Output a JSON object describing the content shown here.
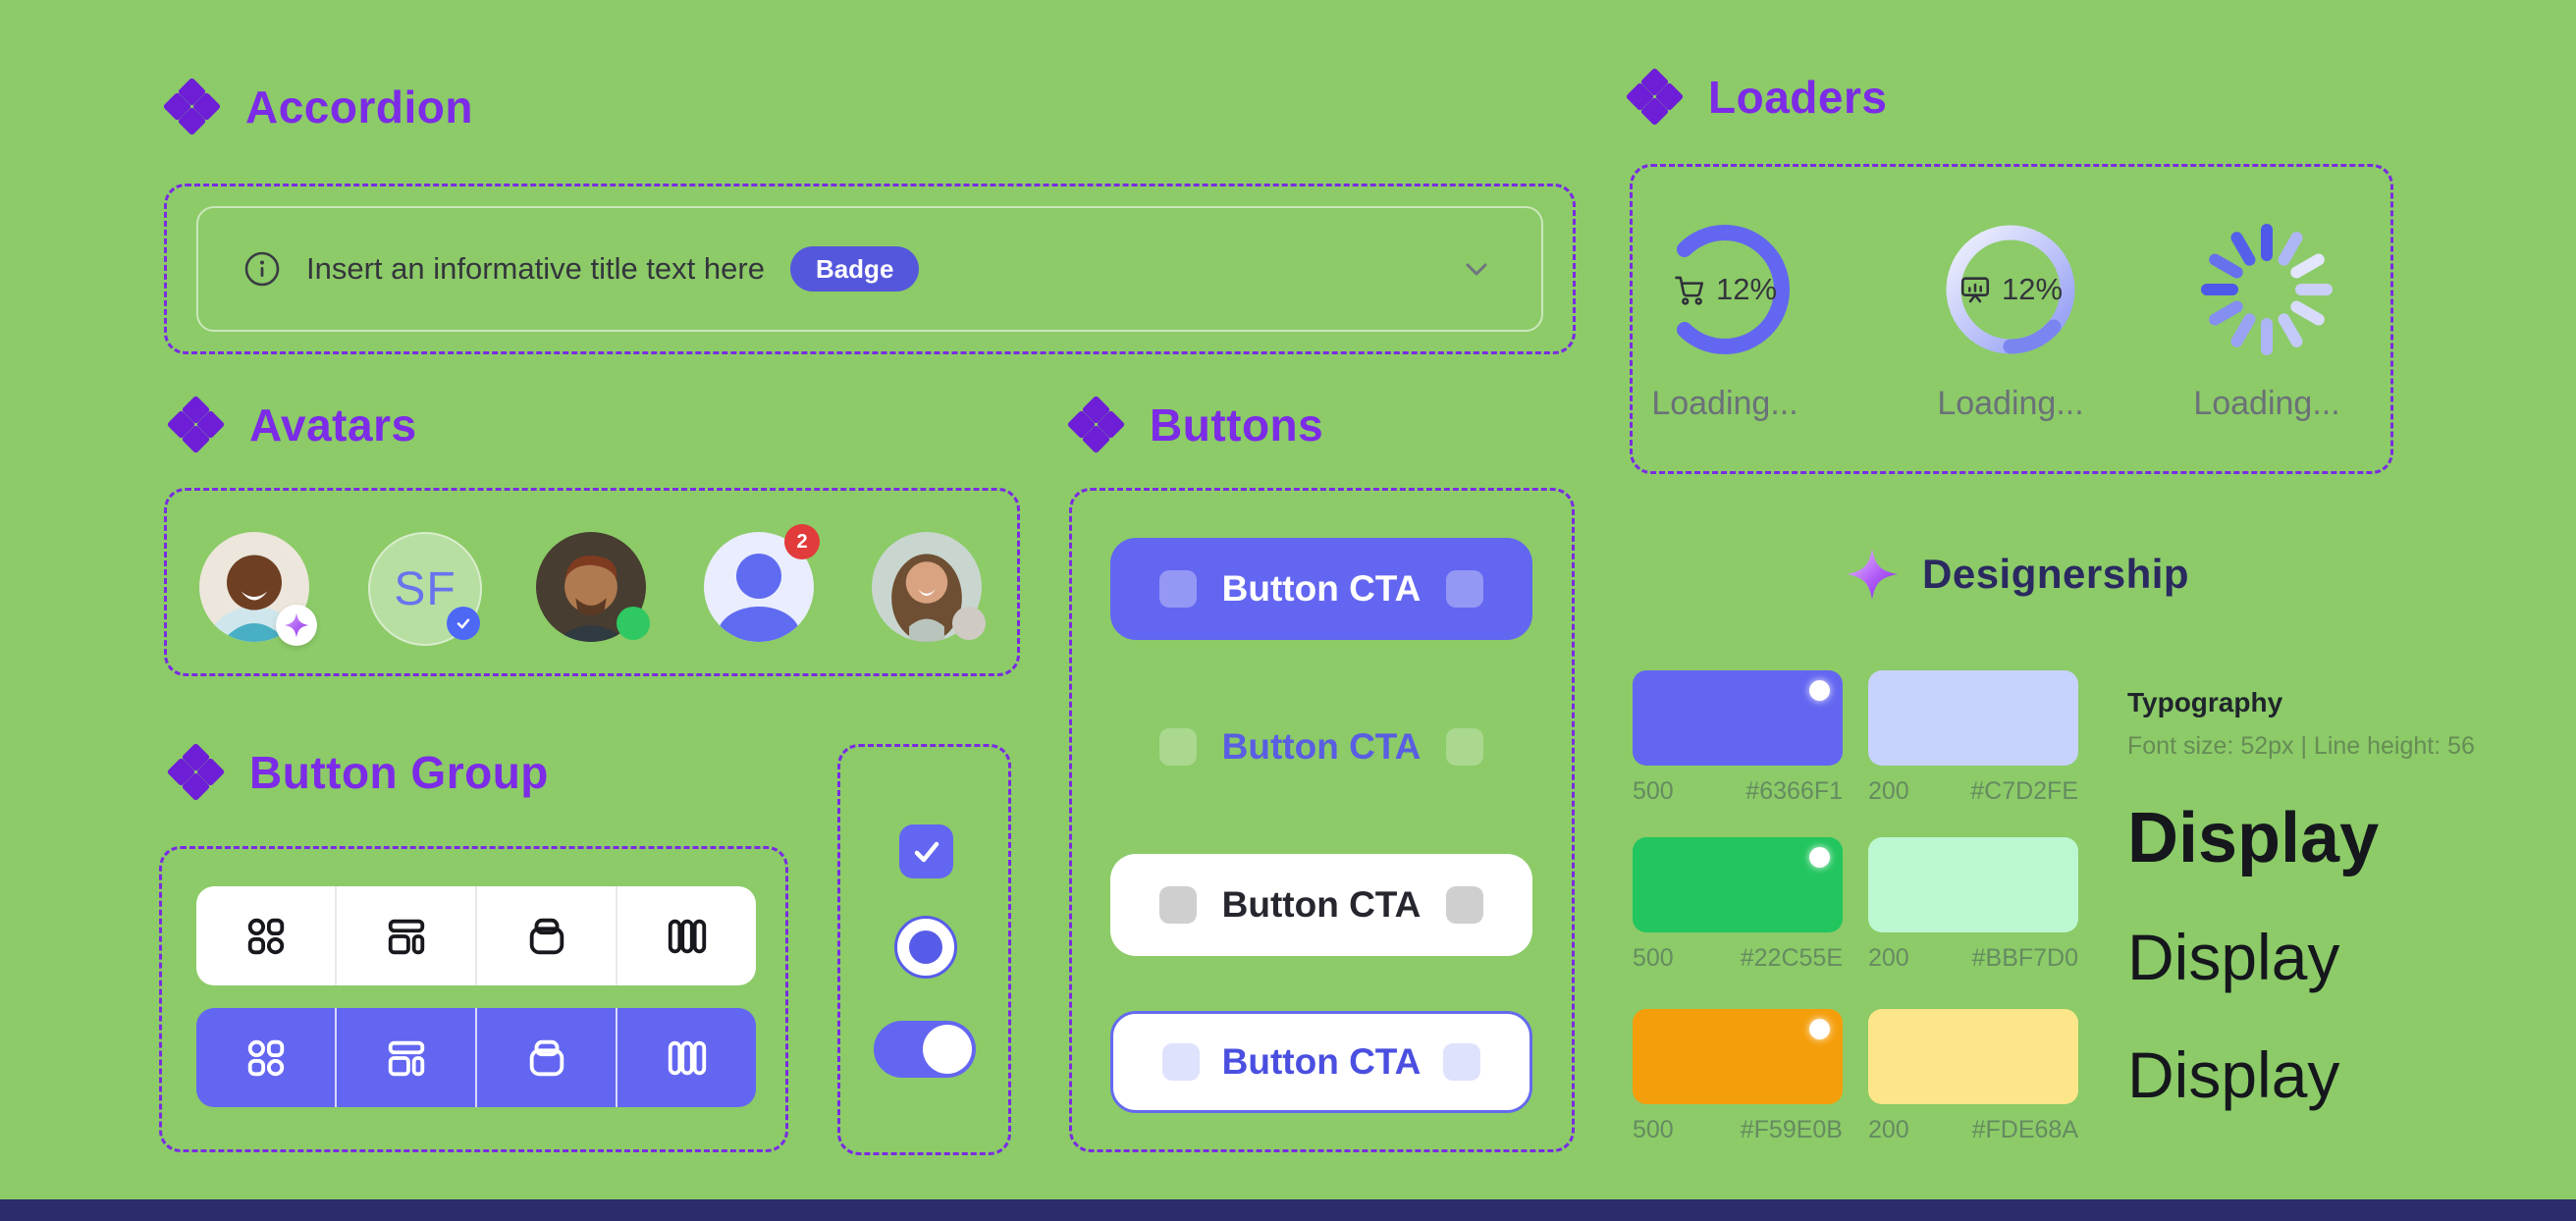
{
  "theme": {
    "background": "#8CCB68",
    "primary": "#6366F1",
    "section_title_color": "#7C2BE6",
    "dashed_border_color": "#7A2BE2",
    "bottom_bar_color": "#2A2D69"
  },
  "accordion": {
    "title": "Accordion",
    "row_text": "Insert an informative title text here",
    "badge": "Badge"
  },
  "avatars": {
    "title": "Avatars",
    "initials": "SF",
    "notification_count": "2"
  },
  "button_group": {
    "title": "Button Group"
  },
  "buttons": {
    "title": "Buttons",
    "items": [
      {
        "label": "Button CTA",
        "variant": "primary"
      },
      {
        "label": "Button CTA",
        "variant": "ghost"
      },
      {
        "label": "Button CTA",
        "variant": "white"
      },
      {
        "label": "Button CTA",
        "variant": "outline"
      }
    ]
  },
  "loaders": {
    "title": "Loaders",
    "items": [
      {
        "percent": "12%",
        "label": "Loading...",
        "icon": "shopping-cart"
      },
      {
        "percent": "12%",
        "label": "Loading...",
        "icon": "presentation-chart"
      },
      {
        "label": "Loading...",
        "icon": "spinner"
      }
    ]
  },
  "brand": {
    "name": "Designership"
  },
  "colors": {
    "rows": [
      {
        "left": {
          "weight": "500",
          "hex": "#6366F1"
        },
        "right": {
          "weight": "200",
          "hex": "#C7D2FE"
        }
      },
      {
        "left": {
          "weight": "500",
          "hex": "#22C55E"
        },
        "right": {
          "weight": "200",
          "hex": "#BBF7D0"
        }
      },
      {
        "left": {
          "weight": "500",
          "hex": "#F59E0B"
        },
        "right": {
          "weight": "200",
          "hex": "#FDE68A"
        }
      }
    ]
  },
  "typography": {
    "title": "Typography",
    "meta": "Font size: 52px | Line height: 56",
    "samples": [
      {
        "text": "Display",
        "weight": "bold"
      },
      {
        "text": "Display",
        "weight": "medium"
      },
      {
        "text": "Display",
        "weight": "light"
      }
    ]
  }
}
